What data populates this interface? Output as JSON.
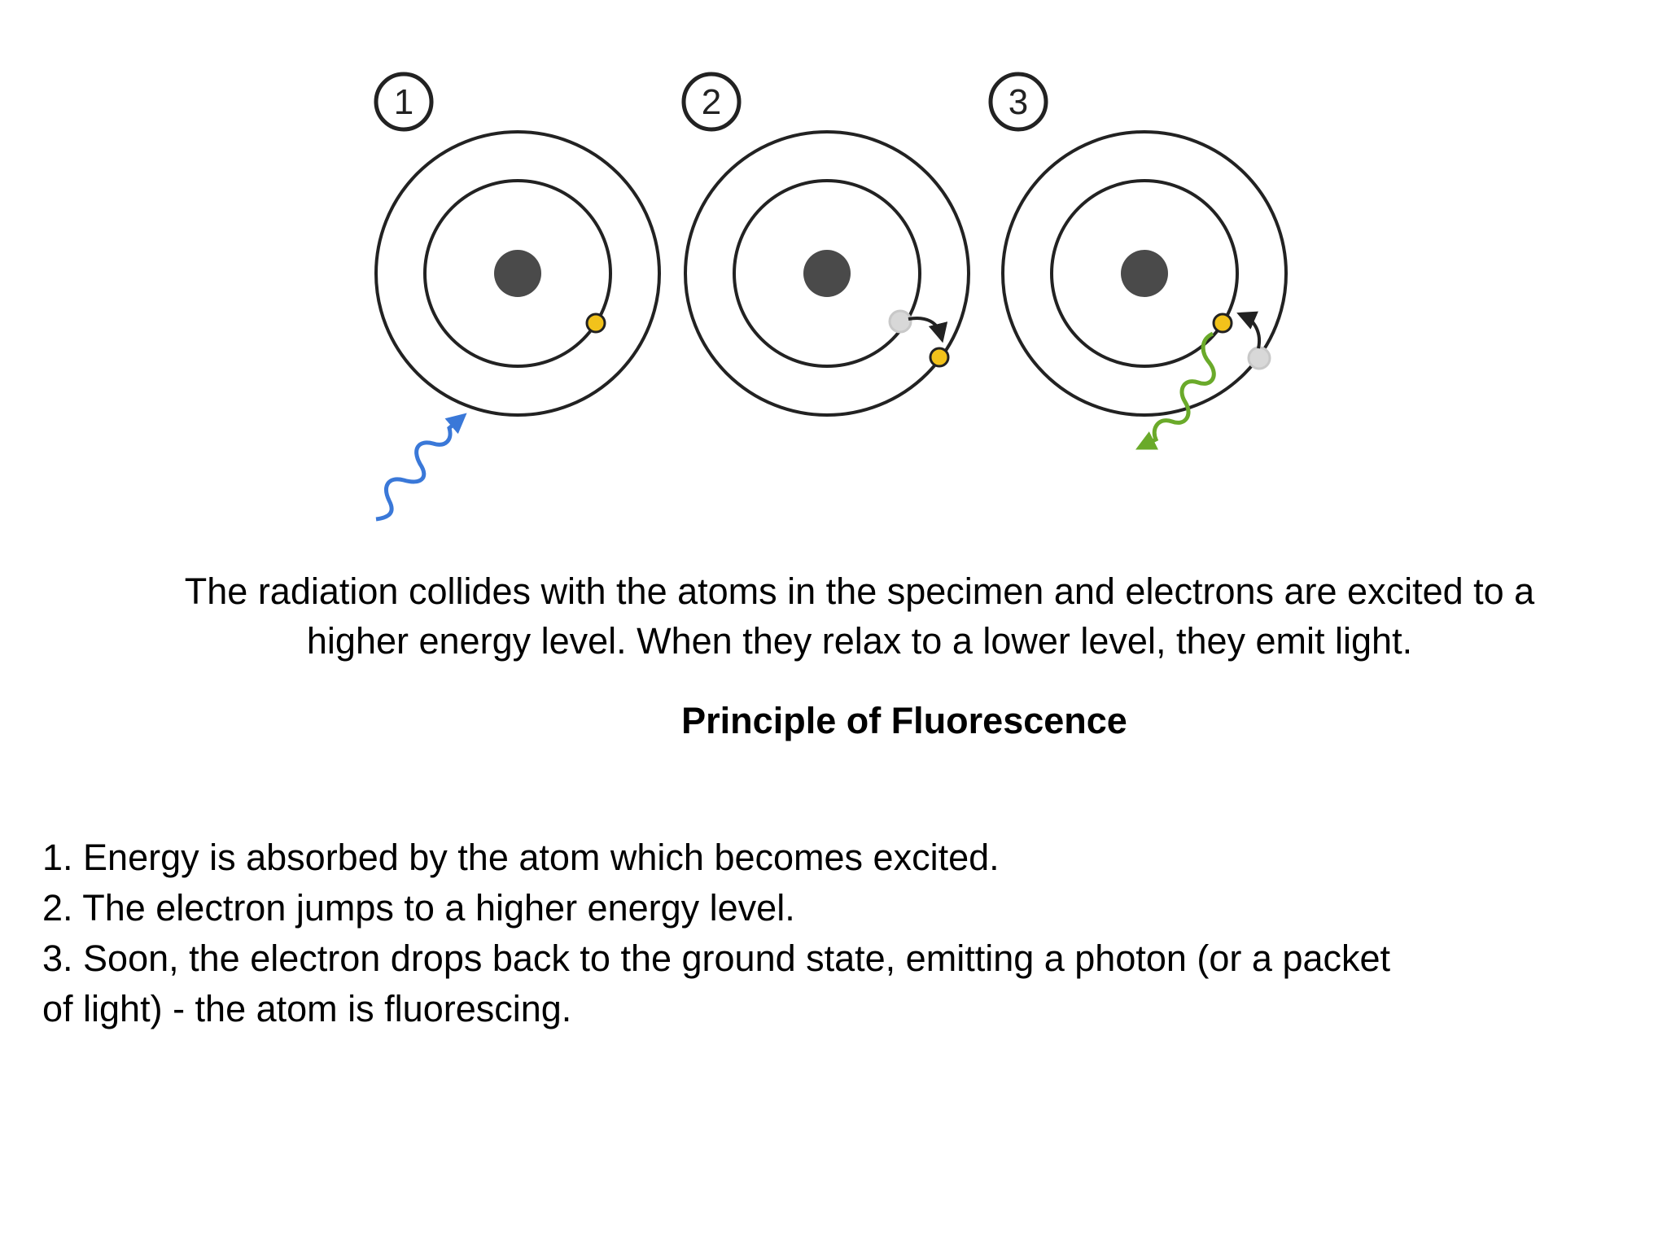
{
  "figure": {
    "panel_labels": [
      "1",
      "2",
      "3"
    ],
    "colors": {
      "orbit": "#222222",
      "nucleus": "#4a4a4a",
      "electron": "#f2c21b",
      "incoming_photon": "#3a78d8",
      "emitted_photon": "#6aaa2a",
      "jump_arrow": "#222222",
      "ghost_electron": "#c8c8c8"
    },
    "icons": {
      "nucleus": "nucleus-icon",
      "electron": "electron-icon",
      "incoming_photon": "wavy-arrow-icon",
      "emitted_photon": "wavy-arrow-icon"
    }
  },
  "caption": {
    "line1": "The radiation collides with the atoms in the specimen and electrons are excited to a",
    "line2": "higher energy level. When they relax to a lower level, they emit light."
  },
  "title": "Principle of Fluorescence",
  "steps": [
    "1. Energy is absorbed by the atom which becomes excited.",
    "2. The electron jumps to a higher energy level.",
    "3. Soon, the electron drops back to the ground state, emitting a photon (or a packet",
    "of light) - the atom is fluorescing."
  ]
}
